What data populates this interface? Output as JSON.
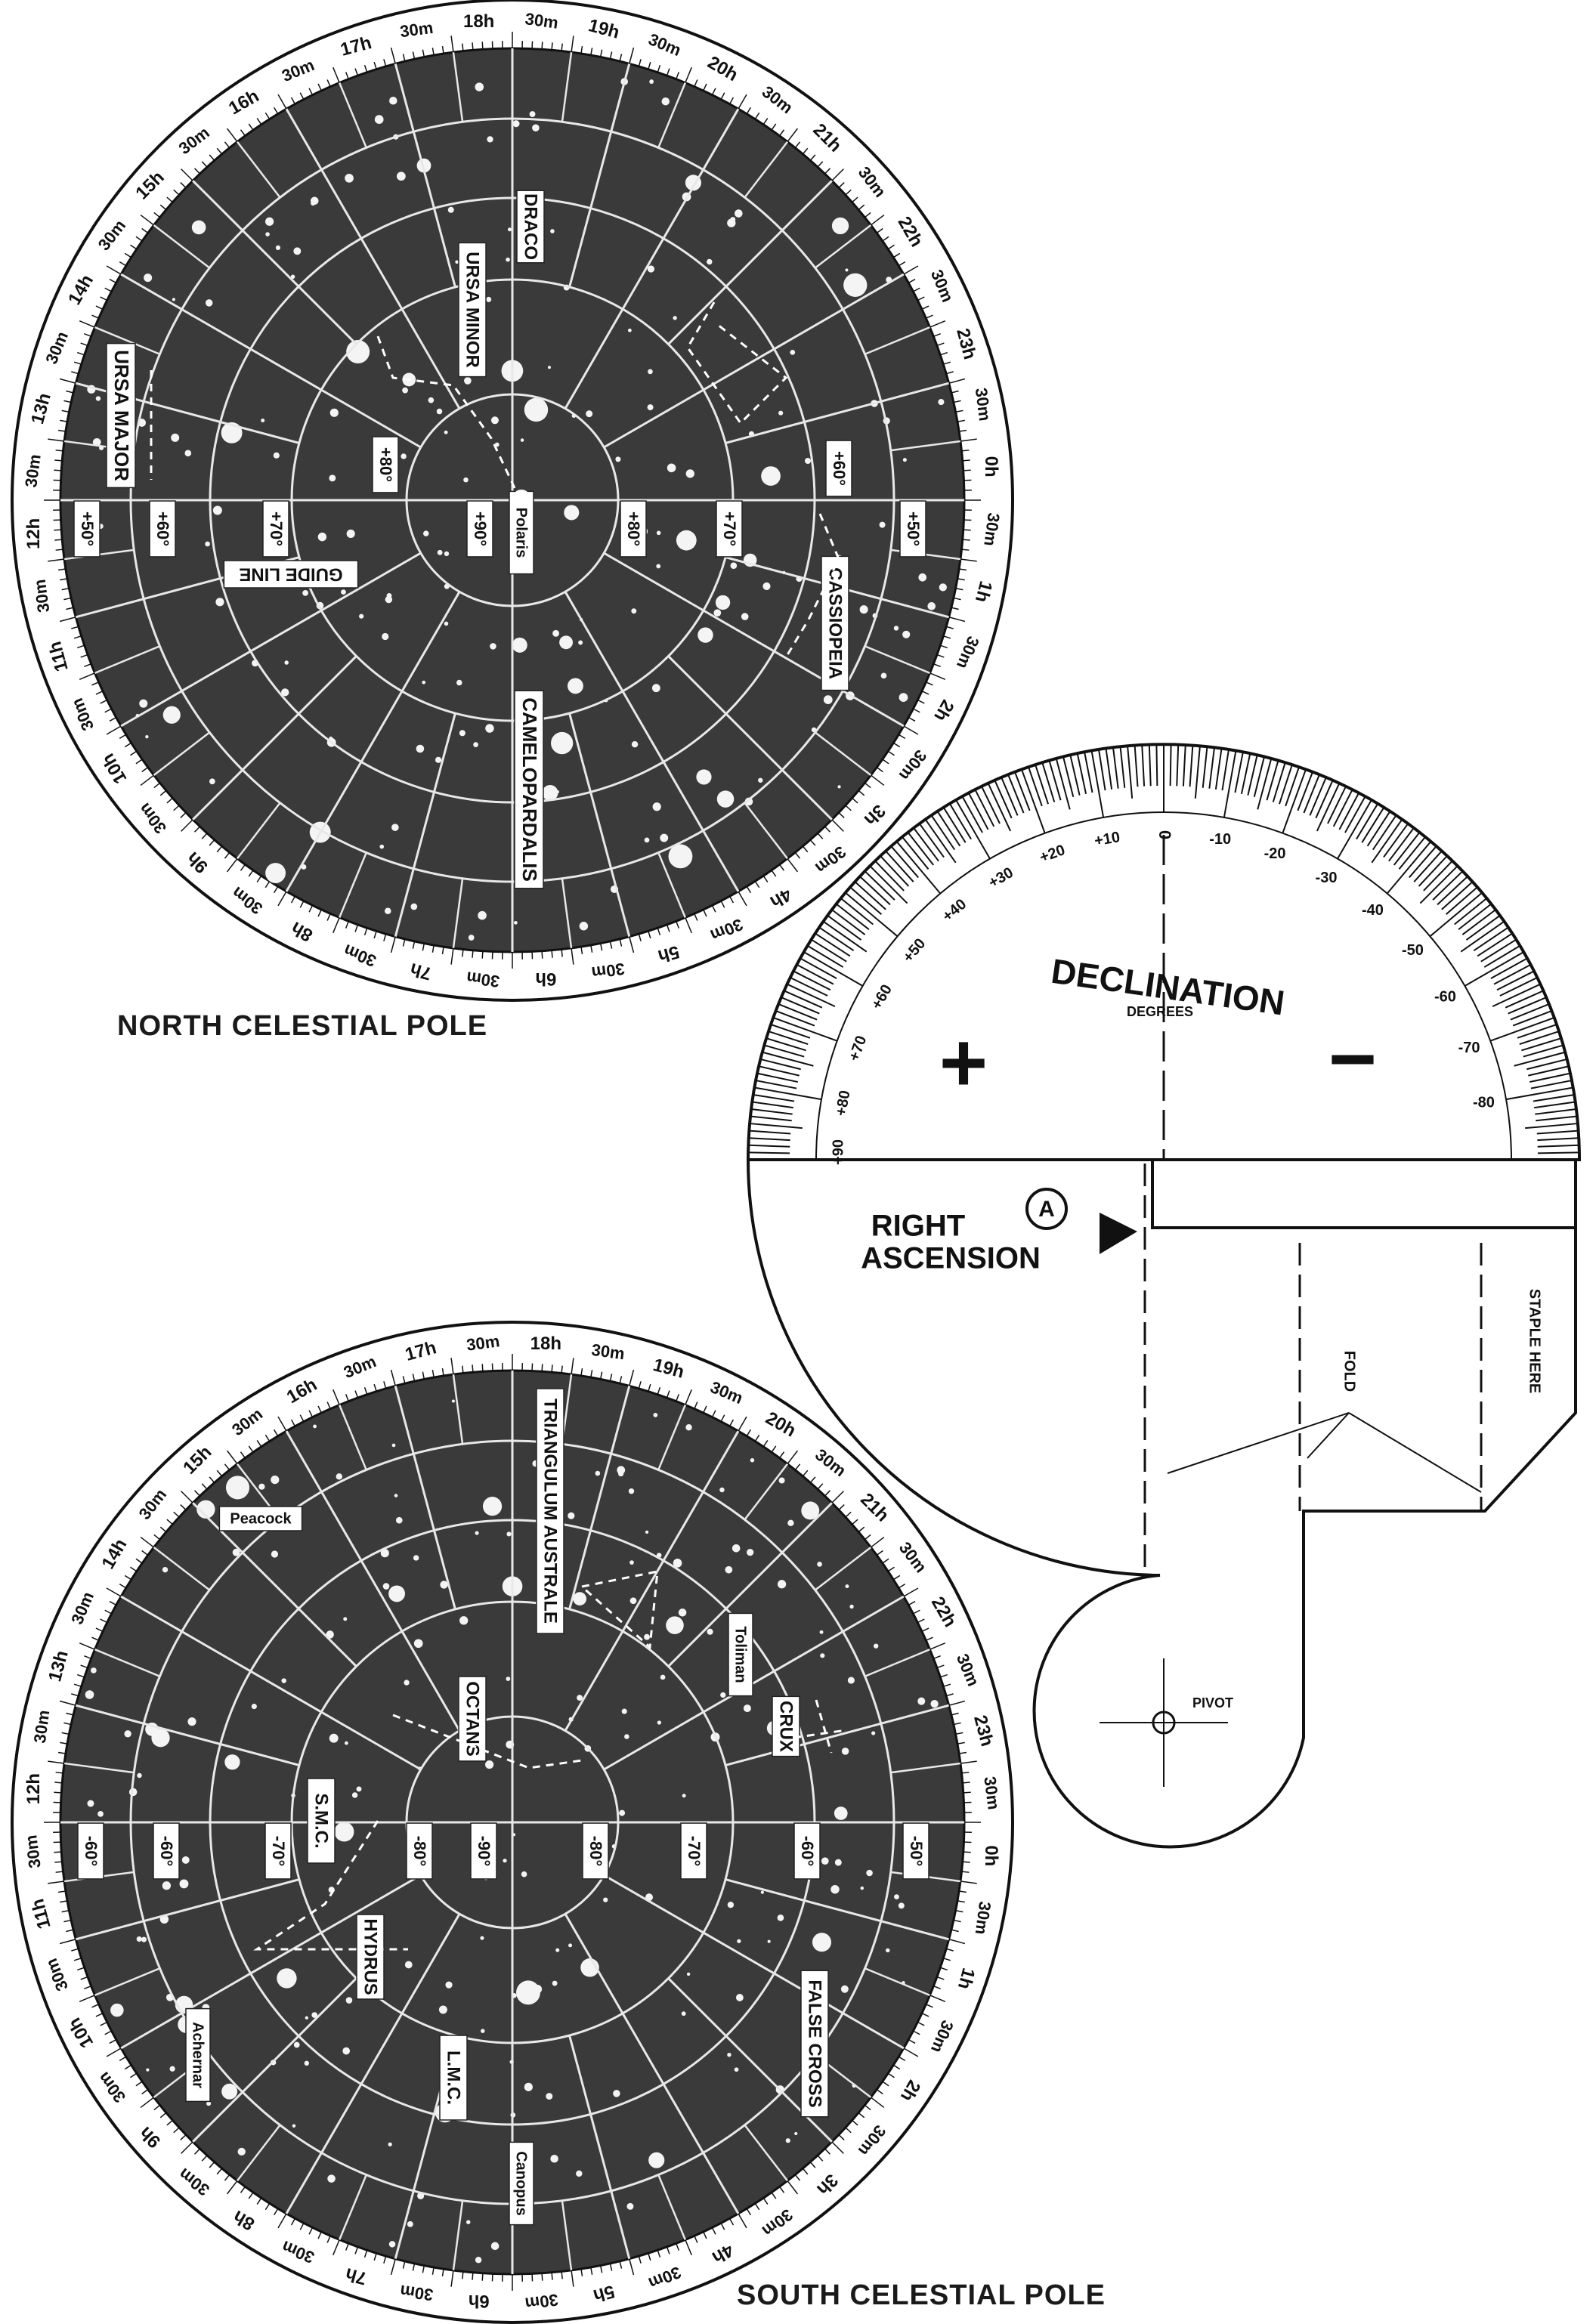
{
  "north_chart": {
    "caption": "NORTH CELESTIAL POLE",
    "hour_labels": [
      "18h",
      "19h",
      "20h",
      "21h",
      "22h",
      "23h",
      "0h",
      "1h",
      "2h",
      "3h",
      "4h",
      "5h",
      "6h",
      "7h",
      "8h",
      "9h",
      "10h",
      "11h",
      "12h",
      "13h",
      "14h",
      "15h",
      "16h",
      "17h"
    ],
    "half_hour_label": "30m",
    "dec_labels_left": [
      "+50°",
      "+60°",
      "+70°"
    ],
    "dec_labels_right": [
      "+80°",
      "+70°",
      "+60°",
      "+50°"
    ],
    "dec_label_center": "+80°",
    "dec_label_pole": "+90°",
    "constellations": [
      "DRACO",
      "URSA MINOR",
      "URSA MAJOR",
      "CASSIOPEIA",
      "CAMELOPARDALIS"
    ],
    "stars_named": [
      "Polaris"
    ],
    "guide_line_label": "GUIDE LINE"
  },
  "south_chart": {
    "caption": "SOUTH CELESTIAL POLE",
    "hour_labels": [
      "18h",
      "17h",
      "16h",
      "15h",
      "14h",
      "13h",
      "12h",
      "11h",
      "10h",
      "9h",
      "8h",
      "7h",
      "6h",
      "5h",
      "4h",
      "3h",
      "2h",
      "1h",
      "0h",
      "23h",
      "22h",
      "21h",
      "20h",
      "19h"
    ],
    "half_hour_label": "30m",
    "dec_labels_left": [
      "-60°",
      "-60°",
      "-70°",
      "-80°"
    ],
    "dec_labels_right": [
      "-80°",
      "-70°",
      "-60°",
      "-50°"
    ],
    "dec_label_pole": "-90°",
    "constellations": [
      "TRIANGULUM AUSTRALE",
      "OCTANS",
      "CRUX",
      "HYDRUS",
      "FALSE CROSS",
      "L.M.C.",
      "S.M.C."
    ],
    "stars_named": [
      "Peacock",
      "Toliman",
      "Achernar",
      "Canopus"
    ]
  },
  "protractor": {
    "title": "DECLINATION",
    "subtitle": "DEGREES",
    "plus_sign": "+",
    "minus_sign": "−",
    "scale_plus": [
      "90",
      "80",
      "70",
      "60",
      "50",
      "40",
      "30",
      "20",
      "10"
    ],
    "scale_zero": "0",
    "scale_minus": [
      "10",
      "20",
      "30",
      "40",
      "50",
      "60",
      "70",
      "80"
    ],
    "marker_letter": "A",
    "ra_line1": "RIGHT",
    "ra_line2": "ASCENSION",
    "fold_label": "FOLD",
    "staple_label": "STAPLE HERE",
    "pivot_label": "PIVOT"
  }
}
